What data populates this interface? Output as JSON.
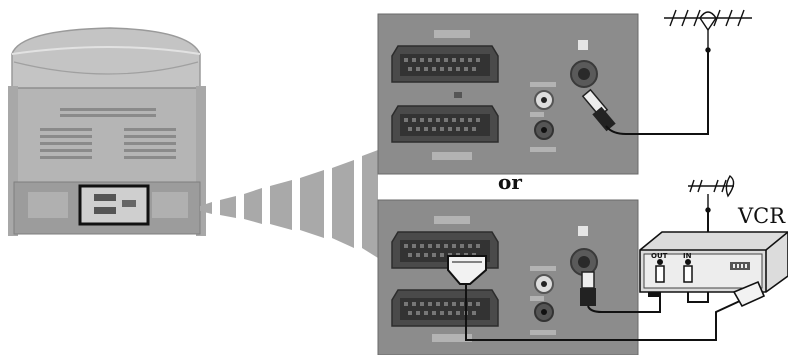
{
  "labels": {
    "or": "or",
    "vcr": "VCR",
    "vcr_out": "OUT",
    "vcr_in": "IN"
  },
  "colors": {
    "panel": "#8e8e8e",
    "panel_dark": "#6f6f6f",
    "tv_body": "#b9b9b9",
    "cable": "#111111"
  }
}
